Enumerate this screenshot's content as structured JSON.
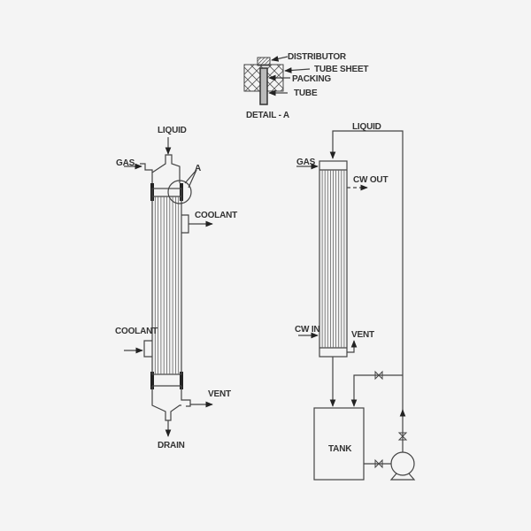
{
  "detail": {
    "distributor": "DISTRIBUTOR",
    "tube_sheet": "TUBE SHEET",
    "packing": "PACKING",
    "tube": "TUBE",
    "title": "DETAIL - A"
  },
  "left": {
    "liquid": "LIQUID",
    "gas": "GAS",
    "detail_ref": "A",
    "coolant_out": "COOLANT",
    "coolant_in": "COOLANT",
    "vent": "VENT",
    "drain": "DRAIN"
  },
  "right": {
    "liquid": "LIQUID",
    "gas": "GAS",
    "cw_out": "CW OUT",
    "cw_in": "CW IN",
    "vent": "VENT",
    "tank": "TANK"
  }
}
